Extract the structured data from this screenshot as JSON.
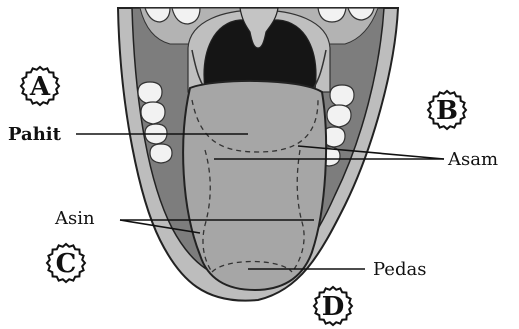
{
  "labels": {
    "pahit": "Pahit",
    "asam": "Asam",
    "asin": "Asin",
    "pedas": "Pedas"
  },
  "badges": {
    "a": "A",
    "b": "B",
    "c": "C",
    "d": "D"
  },
  "colors": {
    "tongue": "#a6a6a6",
    "tongue_dark": "#8f8f8f",
    "mouth": "#7a7a7a",
    "lips": "#bdbdbd",
    "throat": "#1a1a1a",
    "teeth": "#f2f2f2",
    "outline": "#222222"
  }
}
